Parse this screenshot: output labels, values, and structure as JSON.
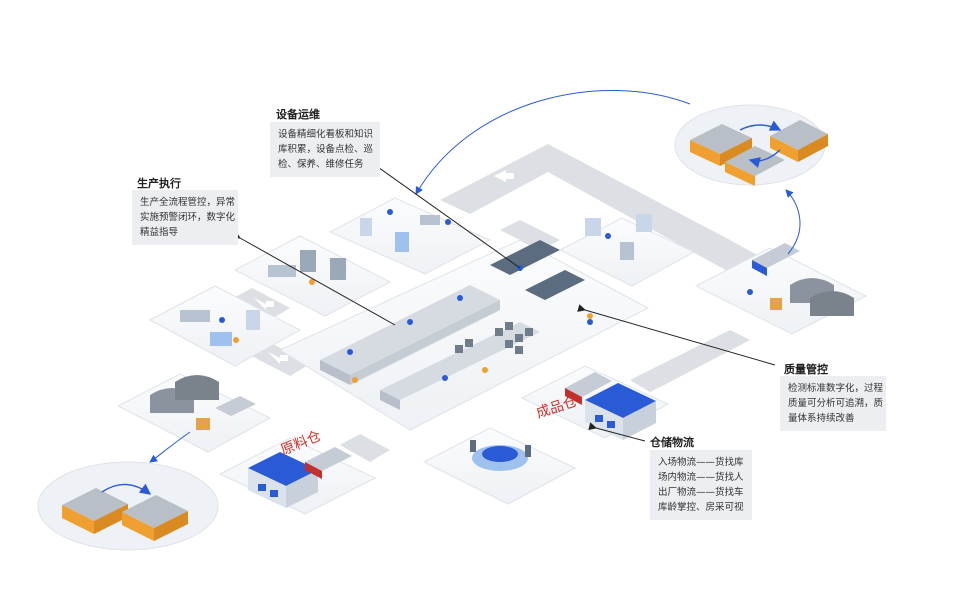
{
  "callouts": {
    "equipment": {
      "title": "设备运维",
      "lines": [
        "设备精细化看板和知识",
        "库积累，设备点检、巡",
        "检、保养、维修任务"
      ]
    },
    "production": {
      "title": "生产执行",
      "lines": [
        "生产全流程管控，异常",
        "实施预警闭环，数字化",
        "精益指导"
      ]
    },
    "quality": {
      "title": "质量管控",
      "lines": [
        "检测标准数字化，过程",
        "质量可分析可追溯，质",
        "量体系持续改善"
      ]
    },
    "logistics": {
      "title": "仓储物流",
      "lines": [
        "入场物流——货找库",
        "场内物流——货找人",
        "出厂物流——货找车",
        "库龄掌控、房采可视"
      ]
    }
  },
  "warehouses": {
    "raw_material": "原料仓",
    "finished_goods": "成品仓"
  },
  "colors": {
    "platform": "#f4f6f9",
    "platform_edge": "#dfe3e9",
    "road": "#dcdfe3",
    "accent_blue": "#2a5bd7",
    "warehouse_orange": "#f0a030",
    "warehouse_label": "#d0302c",
    "callout_bg": "#eceef1"
  }
}
